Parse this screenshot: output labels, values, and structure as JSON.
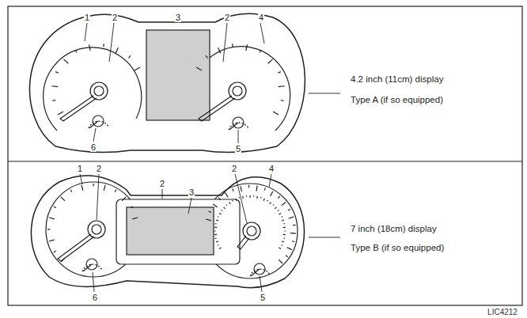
{
  "diagram": {
    "labels": [
      "1",
      "2",
      "3",
      "2",
      "4",
      "6",
      "5",
      "4.2 inch (11cm) display",
      "Type A (if so equipped)",
      "1",
      "2",
      "2",
      "3",
      "2",
      "4",
      "6",
      "5",
      "7 inch (18cm) display",
      "Type B (if so equipped)",
      "LIC4212"
    ]
  }
}
